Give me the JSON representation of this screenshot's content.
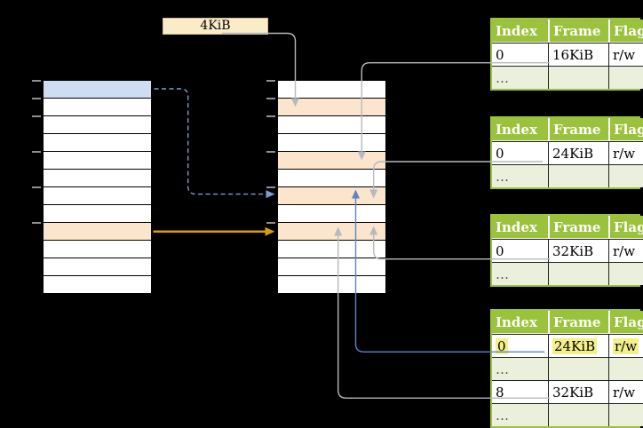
{
  "labels": {
    "page_size": "4KiB"
  },
  "colors": {
    "background": "#000000",
    "header_green": "#9bc23c",
    "border_green": "#9bc23c",
    "shaded_row_green": "#eaf0db",
    "highlight_yellow": "#f3ef89",
    "row_white": "#ffffff",
    "row_blue": "#cfddf3",
    "row_orange": "#fce5cd",
    "size_box_fill": "#fbecc8",
    "size_box_border": "#d8be8a",
    "arrow_gray": "#b6b9be",
    "arrow_blue": "#5e84c3",
    "arrow_blue_dashed": "#7f9dd3",
    "arrow_orange": "#da9c05",
    "tick_gray": "#8f8f8f",
    "ellipsis_text": "#54544a",
    "cell_text": "#000000",
    "header_text": "#ffffff"
  },
  "virtual_memory": {
    "row_fills": [
      "blue",
      "white",
      "white",
      "white",
      "white",
      "white",
      "white",
      "white",
      "orange",
      "white",
      "white",
      "white"
    ],
    "tick_rows": [
      0,
      1,
      2,
      4,
      6,
      8
    ]
  },
  "physical_memory": {
    "row_fills": [
      "white",
      "orange",
      "white",
      "white",
      "orange",
      "white",
      "orange",
      "white",
      "orange",
      "white",
      "white",
      "white"
    ],
    "tick_rows": [
      0,
      1,
      2,
      4,
      6,
      8
    ]
  },
  "page_tables": [
    {
      "name": "page-table-16kib",
      "columns": [
        "Index",
        "Frame",
        "Flags"
      ],
      "rows": [
        {
          "cells": [
            "0",
            "16KiB",
            "r/w"
          ]
        },
        {
          "cells": [
            "…",
            "",
            ""
          ],
          "shaded": true
        }
      ]
    },
    {
      "name": "page-table-24kib",
      "columns": [
        "Index",
        "Frame",
        "Flags"
      ],
      "rows": [
        {
          "cells": [
            "0",
            "24KiB",
            "r/w"
          ]
        },
        {
          "cells": [
            "…",
            "",
            ""
          ],
          "shaded": true
        }
      ]
    },
    {
      "name": "page-table-32kib",
      "columns": [
        "Index",
        "Frame",
        "Flags"
      ],
      "rows": [
        {
          "cells": [
            "0",
            "32KiB",
            "r/w"
          ]
        },
        {
          "cells": [
            "…",
            "",
            ""
          ],
          "shaded": true
        }
      ]
    },
    {
      "name": "page-table-level1",
      "columns": [
        "Index",
        "Frame",
        "Flags"
      ],
      "rows": [
        {
          "cells": [
            "0",
            "24KiB",
            "r/w"
          ],
          "highlight": true
        },
        {
          "cells": [
            "…",
            "",
            ""
          ],
          "shaded": true
        },
        {
          "cells": [
            "8",
            "32KiB",
            "r/w"
          ]
        },
        {
          "cells": [
            "…",
            "",
            ""
          ],
          "shaded": true
        }
      ]
    }
  ],
  "arrows": [
    {
      "id": "size-box-to-frame1",
      "from": "4KiB size box",
      "to": "physical frame 4KiB",
      "style": "solid",
      "color": "gray"
    },
    {
      "id": "pt1-to-frame4",
      "from": "page-table-16kib entry 0",
      "to": "physical frame 16KiB",
      "style": "solid",
      "color": "gray"
    },
    {
      "id": "pt2-to-frame6",
      "from": "page-table-24kib entry 0",
      "to": "physical frame 24KiB",
      "style": "solid",
      "color": "gray"
    },
    {
      "id": "pt3-to-frame8",
      "from": "page-table-32kib entry 0",
      "to": "physical frame 32KiB",
      "style": "solid",
      "color": "gray"
    },
    {
      "id": "pt4-entry8-to-frame8",
      "from": "page-table-level1 entry 8",
      "to": "physical frame 32KiB",
      "style": "solid",
      "color": "gray"
    },
    {
      "id": "pt4-entry0-to-frame6",
      "from": "page-table-level1 entry 0",
      "to": "physical frame 24KiB",
      "style": "solid",
      "color": "blue"
    },
    {
      "id": "virtual-page0-lookup",
      "from": "virtual page 0",
      "to": "physical frame 24KiB",
      "style": "dashed",
      "color": "blue_dashed"
    },
    {
      "id": "virtual-page8-map",
      "from": "virtual page 8",
      "to": "physical frame 32KiB",
      "style": "solid",
      "color": "orange"
    }
  ]
}
